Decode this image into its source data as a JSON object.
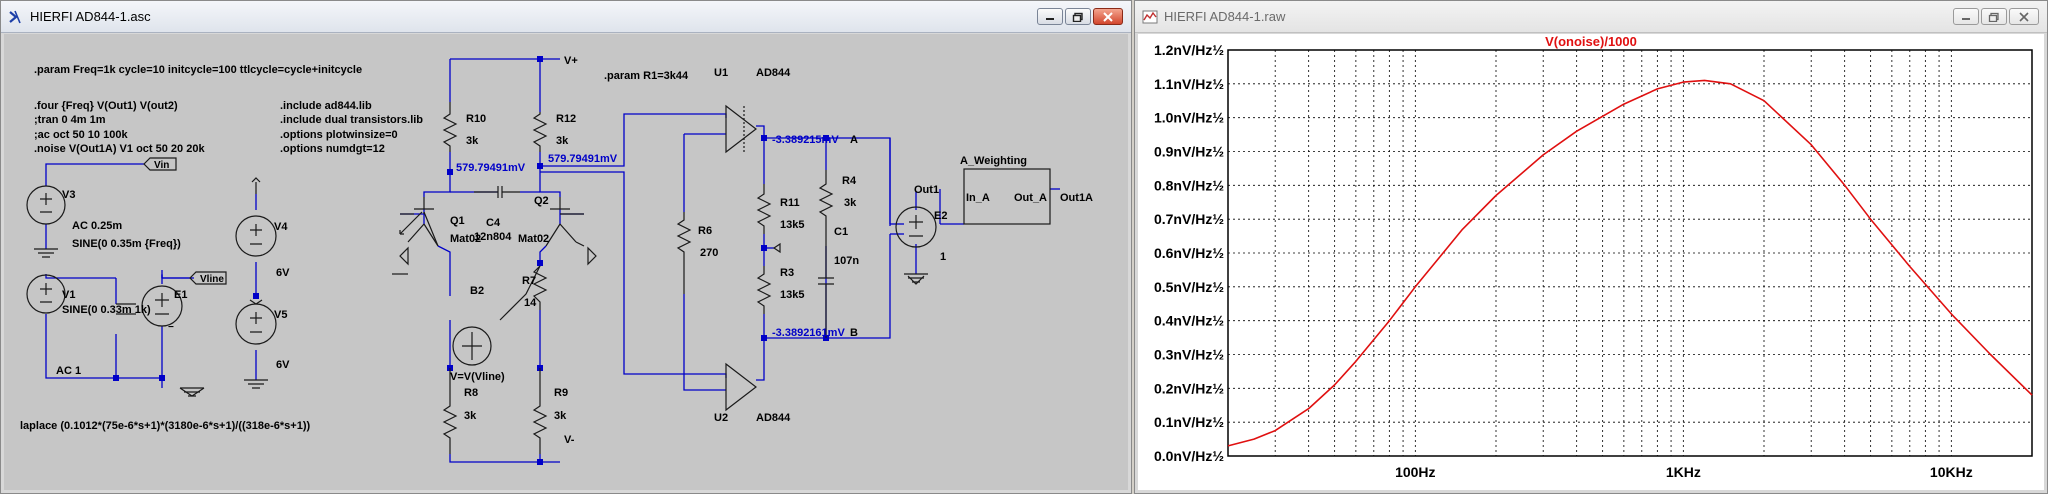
{
  "schematic_window": {
    "title": "HIERFI AD844-1.asc",
    "directives": {
      "param_freq": ".param Freq=1k cycle=10 initcycle=100 ttlcycle=cycle+initcycle",
      "four": ".four {Freq} V(Out1) V(out2)",
      "tran": ";tran 0 4m 1m",
      "ac": ";ac oct 50 10 100k",
      "noise": ".noise V(Out1A) V1 oct 50 20 20k",
      "include1": ".include ad844.lib",
      "include2": ".include dual transistors.lib",
      "options1": ".options plotwinsize=0",
      "options2": ".options numdgt=12",
      "param_r1": ".param R1=3k44",
      "laplace": "laplace (0.1012*(75e-6*s+1)*(3180e-6*s+1)/((318e-6*s+1))"
    },
    "labels": {
      "V3": "V3",
      "V3_ac": "AC 0.25m",
      "V3_sine": "SINE(0 0.35m {Freq})",
      "Vin": "Vin",
      "Vline": "Vline",
      "V1": "V1",
      "V1_sine": "SINE(0 0.33m 1k)",
      "V1_ac": "AC 1",
      "E1": "E1",
      "V4": "V4",
      "V4_val": "6V",
      "V5": "V5",
      "V5_val": "6V",
      "R10": "R10",
      "R10_val": "3k",
      "R12": "R12",
      "R12_val": "3k",
      "Vplus": "V+",
      "Vminus": "V-",
      "mv1": "579.79491mV",
      "mv2": "579.79491mV",
      "Q1": "Q1",
      "Q1_model": "Mat02",
      "Q2": "Q2",
      "Q2_model": "Mat02",
      "C4": "C4",
      "C4_val": "12n804",
      "B2": "B2",
      "B2_expr": "V=V(Vline)",
      "R7": "R7",
      "R7_val": "14",
      "R8": "R8",
      "R8_val": "3k",
      "R9": "R9",
      "R9_val": "3k",
      "R6": "R6",
      "R6_val": "270",
      "U1": "U1",
      "U1_model": "AD844",
      "U2": "U2",
      "U2_model": "AD844",
      "vA": "-3.389215mV",
      "vB": "-3.3892161mV",
      "A": "A",
      "B": "B",
      "R11": "R11",
      "R11_val": "13k5",
      "R3": "R3",
      "R3_val": "13k5",
      "R4": "R4",
      "R4_val": "3k",
      "C1": "C1",
      "C1_val": "107n",
      "E2": "E2",
      "E2_gain": "1",
      "Out1": "Out1",
      "aw": "A_Weighting",
      "aw_in": "In_A",
      "aw_out": "Out_A",
      "Out1A": "Out1A"
    }
  },
  "plot_window": {
    "title": "HIERFI AD844-1.raw"
  },
  "colors": {
    "wire": "#0000c8",
    "component": "#1a1a1a",
    "trace": "#e01010",
    "grid": "#000000",
    "schematic_bg": "#c6c6c6"
  },
  "chart_data": {
    "type": "line",
    "title": "V(onoise)/1000",
    "xscale": "log",
    "xlim": [
      20,
      20000
    ],
    "ylim": [
      0,
      1.2
    ],
    "xticks": [
      "100Hz",
      "1KHz",
      "10KHz"
    ],
    "xtick_values": [
      100,
      1000,
      10000
    ],
    "yticks": [
      "0.0nV/Hz½",
      "0.1nV/Hz½",
      "0.2nV/Hz½",
      "0.3nV/Hz½",
      "0.4nV/Hz½",
      "0.5nV/Hz½",
      "0.6nV/Hz½",
      "0.7nV/Hz½",
      "0.8nV/Hz½",
      "0.9nV/Hz½",
      "1.0nV/Hz½",
      "1.1nV/Hz½",
      "1.2nV/Hz½"
    ],
    "grid": true,
    "series": [
      {
        "name": "V(onoise)/1000",
        "x": [
          20,
          25,
          30,
          40,
          50,
          60,
          80,
          100,
          150,
          200,
          300,
          400,
          600,
          800,
          1000,
          1200,
          1500,
          2000,
          3000,
          4000,
          5000,
          7000,
          10000,
          14000,
          20000
        ],
        "y": [
          0.03,
          0.05,
          0.075,
          0.14,
          0.21,
          0.28,
          0.4,
          0.5,
          0.67,
          0.77,
          0.89,
          0.96,
          1.04,
          1.085,
          1.105,
          1.11,
          1.1,
          1.05,
          0.92,
          0.8,
          0.7,
          0.56,
          0.42,
          0.3,
          0.18
        ]
      }
    ]
  }
}
